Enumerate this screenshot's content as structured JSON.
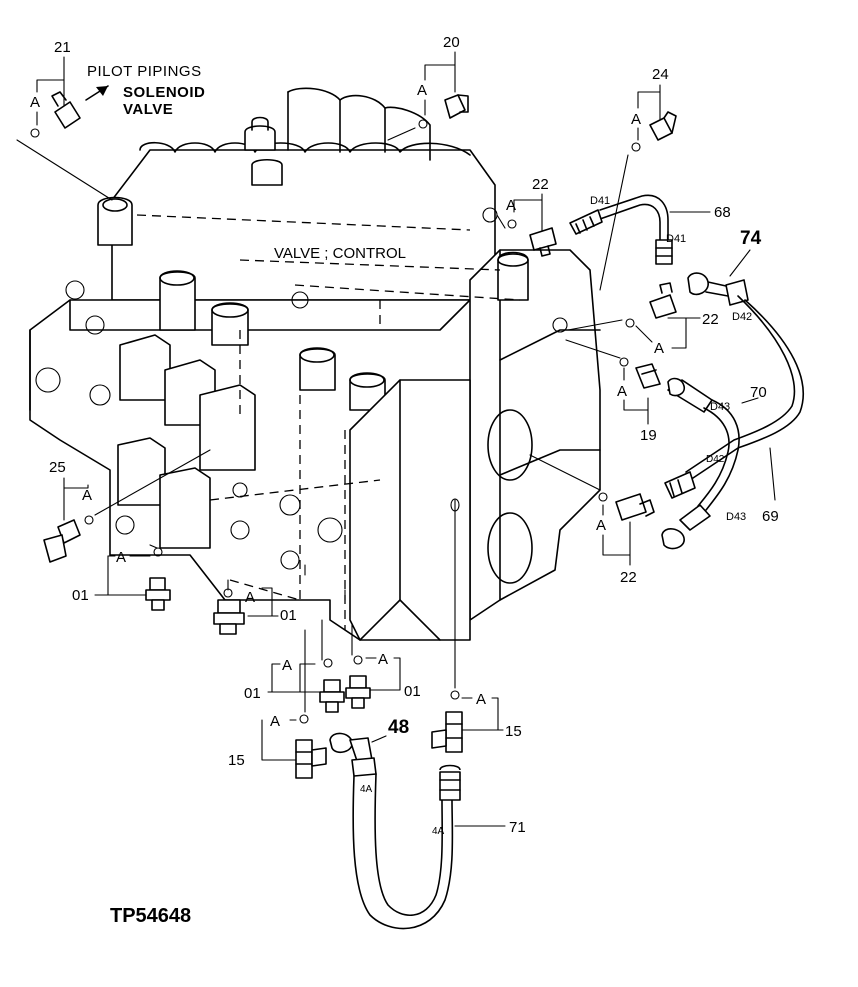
{
  "title": "VALVE ; CONTROL",
  "drawing_code": "TP54648",
  "note": {
    "line1": "PILOT PIPINGS",
    "line2": "SOLENOID",
    "line3": "VALVE"
  },
  "callouts": {
    "c21": "21",
    "c20": "20",
    "c24": "24",
    "c22_top": "22",
    "c68": "68",
    "c74": "74",
    "c22_mid": "22",
    "c19": "19",
    "c70": "70",
    "c69": "69",
    "c25": "25",
    "c22_low": "22",
    "c01_a": "01",
    "c01_b": "01",
    "c01_c": "01",
    "c01_d": "01",
    "c15_left": "15",
    "c15_right": "15",
    "c48": "48",
    "c71": "71"
  },
  "port_marks": {
    "A": "A",
    "d41_a": "D41",
    "d41_b": "D41",
    "d42_a": "D42",
    "d42_b": "D42",
    "d43_a": "D43",
    "d43_b": "D43",
    "p4a_a": "4A",
    "p4a_b": "4A"
  }
}
